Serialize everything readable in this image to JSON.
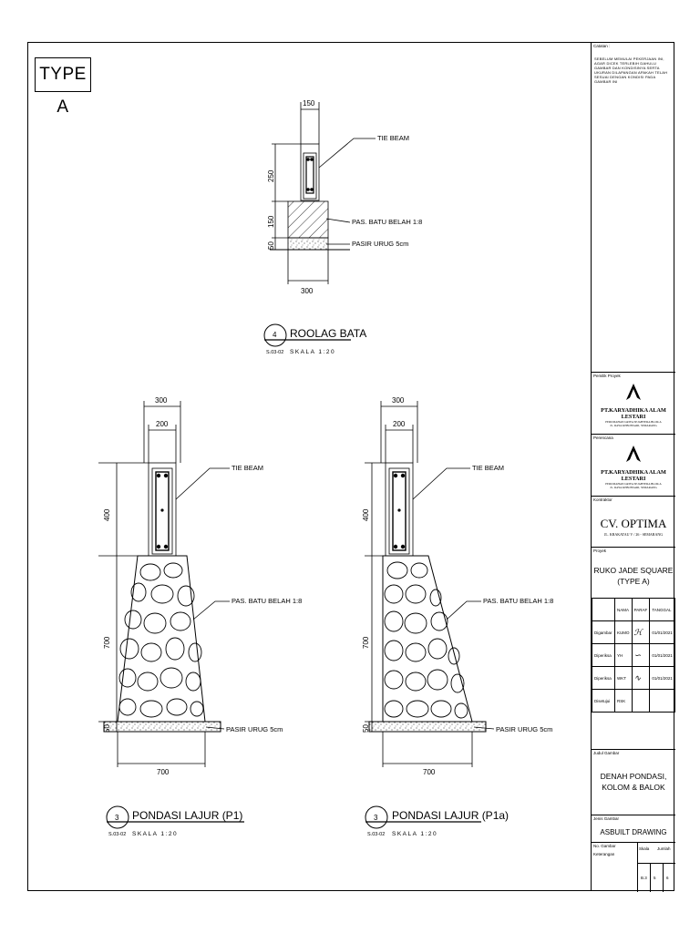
{
  "type_label": "TYPE A",
  "roolag": {
    "dims": {
      "top": "150",
      "h1": "250",
      "h2": "150",
      "h3": "50",
      "bottom": "300"
    },
    "labels": {
      "tie_beam": "TIE BEAM",
      "pas_batu": "PAS. BATU BELAH 1:8",
      "pasir": "PASIR URUG 5cm"
    },
    "callout": {
      "number": "4",
      "sheet": "S.03-02",
      "title": "ROOLAG BATA",
      "scale": "SKALA 1:20"
    }
  },
  "p1": {
    "dims": {
      "top1": "300",
      "top2": "200",
      "h1": "400",
      "h2": "700",
      "h3": "50",
      "bottom": "700"
    },
    "labels": {
      "tie_beam": "TIE BEAM",
      "pas_batu": "PAS. BATU BELAH 1:8",
      "pasir": "PASIR URUG 5cm"
    },
    "callout": {
      "number": "3",
      "sheet": "S.03-02",
      "title": "PONDASI LAJUR (P1)",
      "scale": "SKALA 1:20"
    }
  },
  "p1a": {
    "dims": {
      "top1": "300",
      "top2": "200",
      "h1": "400",
      "h2": "700",
      "h3": "50",
      "bottom": "700"
    },
    "labels": {
      "tie_beam": "TIE BEAM",
      "pas_batu": "PAS. BATU BELAH 1:8",
      "pasir": "PASIR URUG 5cm"
    },
    "callout": {
      "number": "3",
      "sheet": "S.03-02",
      "title": "PONDASI LAJUR (P1a)",
      "scale": "SKALA 1:20"
    }
  },
  "title_block": {
    "notes_label": "Catatan :",
    "notes_text": "SEBELUM MEMULAI PEKERJAAN INI, AGAR DICEK TERLEBIH DAHULU GAMBAR DAN KONDISINYA SERTA UKURAN DILAPANGAN APAKAH TELAH SESUAI DENGAN KONDISI PADA GAMBAR INI",
    "owner_label": "Pemilik Proyek",
    "owner_name": "PT.KARYADHIKA ALAM LESTARI",
    "owner_sub1": "PERUMAHAN GRIYA SEJAHTERA BLOK A",
    "owner_sub2": "JL. RAYA KEBONSARI, SEMARANG",
    "planner_label": "Perencana",
    "planner_name": "PT.KARYADHIKA ALAM LESTARI",
    "planner_sub1": "PERUMAHAN GRIYA SEJAHTERA BLOK A",
    "planner_sub2": "JL. RAYA KEBONSARI, SEMARANG",
    "contractor_label": "Kontraktor",
    "contractor_name": "CV. OPTIMA",
    "contractor_sub": "JL. KRAKATAU V / 26 - SEMARANG",
    "project_label": "Proyek",
    "project_name": "RUKO JADE SQUARE",
    "project_type": "(TYPE A)",
    "table_head": [
      "NAMA",
      "PARAF",
      "TANGGAL"
    ],
    "rows": [
      {
        "role": "Digambar",
        "name": "KUMO",
        "date": "01/01/2021"
      },
      {
        "role": "Diperiksa",
        "name": "YH",
        "date": "01/01/2021"
      },
      {
        "role": "Diperiksa",
        "name": "WKT",
        "date": "01/01/2021"
      },
      {
        "role": "Disetujui",
        "name": "RSK",
        "date": ""
      }
    ],
    "drawing_label": "Judul Gambar",
    "drawing_title1": "DENAH PONDASI,",
    "drawing_title2": "KOLOM & BALOK",
    "status_label": "Jenis Gambar",
    "status": "ASBUILT DRAWING",
    "no_label": "No. Gambar",
    "no_ket": "Keterangan",
    "scale_label": "Skala",
    "count_label": "Jumlah",
    "bottom_vals": [
      "B.3",
      "5",
      "6"
    ]
  }
}
